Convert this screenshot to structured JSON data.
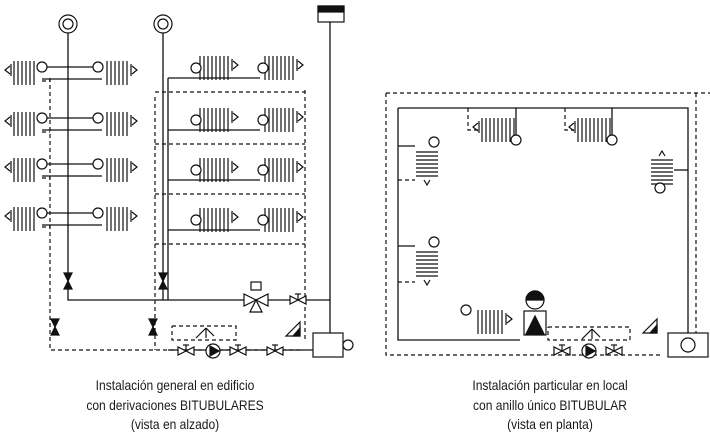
{
  "captions": {
    "left": {
      "line1": "Instalación general en edificio",
      "line2": "con derivaciones BITUBULARES",
      "line3": "(vista en alzado)"
    },
    "right": {
      "line1": "Instalación particular en local",
      "line2": "con anillo único BITUBULAR",
      "line3": "(vista en planta)"
    }
  },
  "colors": {
    "ink": "#111111",
    "background": "#ffffff"
  },
  "symbols": [
    "radiator-icon",
    "valve-icon",
    "pump-icon",
    "boiler-icon",
    "expansion-tank-icon",
    "three-way-valve-icon",
    "check-valve-icon",
    "meter-icon",
    "vent-icon"
  ]
}
